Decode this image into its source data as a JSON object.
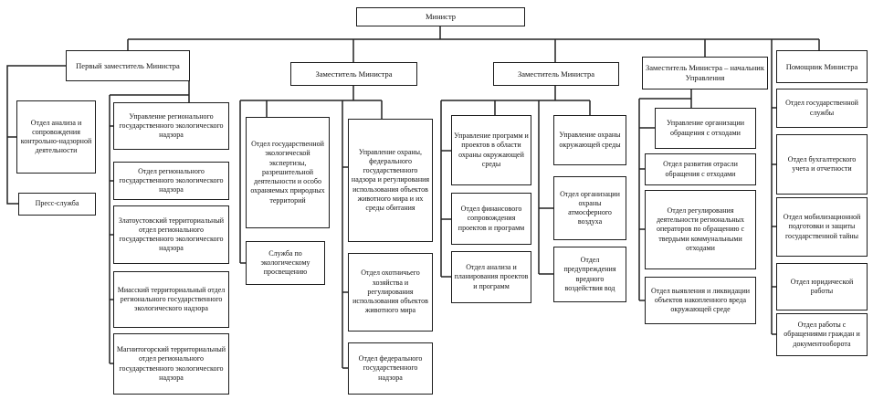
{
  "nodes": {
    "minister": "Министр",
    "first_deputy": "Первый заместитель Министра",
    "deputy2": "Заместитель Министра",
    "deputy3": "Заместитель Министра",
    "deputy4": "Заместитель Министра – начальник Управления",
    "assistant": "Помощник Министра",
    "analysis_dept": "Отдел анализа и сопровождения контрольно-надзорной деятельности",
    "press_service": "Пресс-служба",
    "reg_dir": "Управление регионального государственного экологического надзора",
    "reg_dept": "Отдел регионального государственного экологического надзора",
    "zlatoust": "Златоустовский территориальный отдел регионального государственного экологического надзора",
    "miass": "Миасский территориальный отдел регионального государственного экологического надзора",
    "magnitogorsk": "Магнитогорский территориальный отдел регионального государственного экологического надзора",
    "expertise": "Отдел государственной экологической экспертизы, разрешительной деятельности и особо охраняемых природных территорий",
    "eco_education": "Служба по экологическому просвещению",
    "fauna_dir": "Управление охраны, федерального государственного надзора и регулирования использования объектов животного мира и их среды обитания",
    "hunting": "Отдел охотничьего хозяйства и регулирования использования объектов животного мира",
    "federal_supervision": "Отдел федерального государственного надзора",
    "programs_dir": "Управление программ и проектов в области охраны окружающей среды",
    "finance_support": "Отдел финансового сопровождения проектов и программ",
    "analysis_planning": "Отдел анализа и планирования проектов и программ",
    "env_dir": "Управление охраны окружающей среды",
    "air": "Отдел организации охраны атмосферного воздуха",
    "water": "Отдел предупреждения вредного воздействия вод",
    "waste_dir": "Управление организации обращения с отходами",
    "waste_industry": "Отдел развития отрасли обращения с отходами",
    "waste_operators": "Отдел регулирования деятельности региональных операторов по обращению с твердыми коммунальными отходами",
    "accumulated_harm": "Отдел выявления и ликвидации объектов накопленного вреда окружающей среде",
    "civil_service": "Отдел государственной службы",
    "accounting": "Отдел бухгалтерского учета и отчетности",
    "mobilization": "Отдел мобилизационной подготовки и защиты государственной тайны",
    "legal": "Отдел юридической работы",
    "citizens_appeals": "Отдел работы с обращениями граждан и документооборота"
  },
  "colors": {
    "line": "#222222",
    "border": "#1c1c1c",
    "background": "#ffffff"
  }
}
